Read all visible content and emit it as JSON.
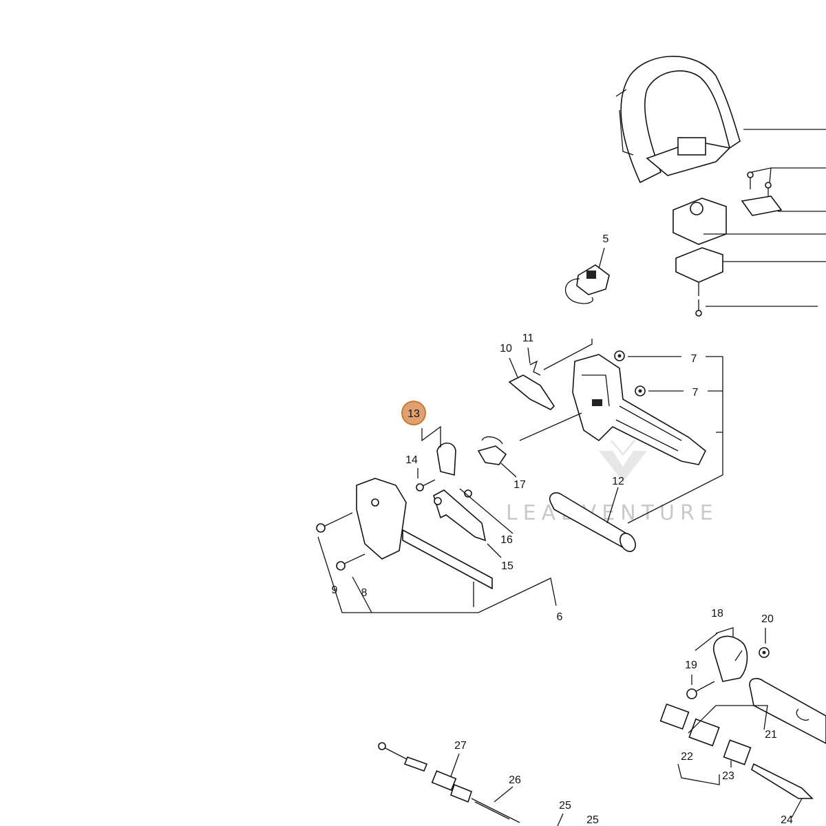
{
  "diagram": {
    "highlighted_callout": "13",
    "callouts": [
      "5",
      "7",
      "7",
      "10",
      "11",
      "12",
      "14",
      "17",
      "16",
      "15",
      "9",
      "8",
      "6",
      "18",
      "20",
      "19",
      "21",
      "22",
      "23",
      "27",
      "26",
      "25",
      "25",
      "24"
    ],
    "watermark": "LEADVENTURE",
    "colors": {
      "highlight_fill": "#e0a070",
      "highlight_stroke": "#c87830",
      "line": "#111111",
      "watermark": "#c9c9c9"
    }
  }
}
